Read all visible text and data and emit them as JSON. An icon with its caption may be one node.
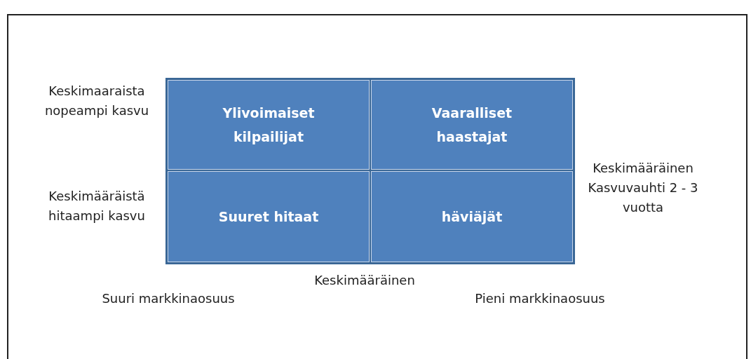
{
  "diagram": {
    "nodes": [
      {
        "text": [
          "Ylivoimaiset kilpailijat"
        ]
      },
      {
        "text": [
          "Vaaralliset haastajat"
        ]
      },
      {
        "text": [
          "Suuret hitaat"
        ]
      },
      {
        "text": [
          "häviäjät"
        ]
      }
    ],
    "labels": [
      "Keskimaaraista nopeampi kasvu",
      "Keskimääräinen Kasvuvauhti 2 - 3 vuotta",
      "Keskimääräistä hitaampi kasvu",
      "Keskimääräinen",
      "Suuri markkinaosuus",
      "Pieni markkinaosuus"
    ]
  }
}
